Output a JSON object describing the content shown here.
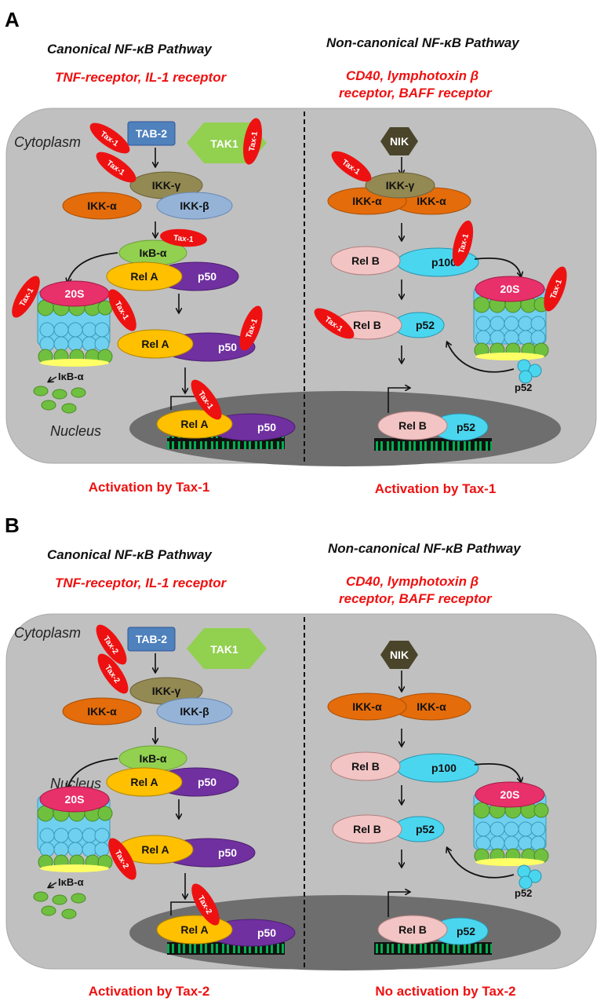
{
  "panels": {
    "a": {
      "letter": "A",
      "canonical_title": "Canonical NF-κB Pathway",
      "canonical_receptors": "TNF-receptor, IL-1 receptor",
      "noncanonical_title": "Non-canonical NF-κB Pathway",
      "noncanonical_receptors_1": "CD40, lymphotoxin β",
      "noncanonical_receptors_2": "receptor, BAFF receptor",
      "cytoplasm": "Cytoplasm",
      "nucleus": "Nucleus",
      "footer_left": "Activation by Tax-1",
      "footer_right": "Activation by Tax-1",
      "tax": "Tax-1"
    },
    "b": {
      "letter": "B",
      "canonical_title": "Canonical NF-κB Pathway",
      "canonical_receptors": "TNF-receptor, IL-1 receptor",
      "noncanonical_title": "Non-canonical NF-κB Pathway",
      "noncanonical_receptors_1": "CD40, lymphotoxin β",
      "noncanonical_receptors_2": "receptor, BAFF receptor",
      "cytoplasm": "Cytoplasm",
      "nucleus": "Nucleus",
      "footer_left": "Activation by Tax-2",
      "footer_right": "No activation by Tax-2",
      "tax": "Tax-2"
    }
  },
  "molecules": {
    "tab2": "TAB-2",
    "tak1": "TAK1",
    "ikk_gamma": "IKK-γ",
    "ikk_alpha": "IKK-α",
    "ikk_beta": "IKK-β",
    "ikb_alpha": "IκB-α",
    "rela": "Rel A",
    "p50": "p50",
    "proteasome": "20S",
    "nik": "NIK",
    "relb": "Rel B",
    "p100": "p100",
    "p52": "p52"
  },
  "colors": {
    "cell": "#c0c0c0",
    "nucleus": "#6e6e6e",
    "tax": "#ee1111",
    "tab2": "#4f81bd",
    "tak1": "#92d050",
    "ikk_gamma": "#938953",
    "ikk_alpha": "#e46c0a",
    "ikk_beta": "#95b3d7",
    "ikb_alpha": "#92d050",
    "rela": "#ffc000",
    "p50": "#7030a0",
    "relb": "#f2c4c4",
    "p100": "#4bd6f0",
    "nik": "#4a452a",
    "proteasome_cap": "#e8306a",
    "proteasome_green": "#70c040",
    "proteasome_cyan": "#6fd0f0",
    "dna": "#00b050"
  }
}
